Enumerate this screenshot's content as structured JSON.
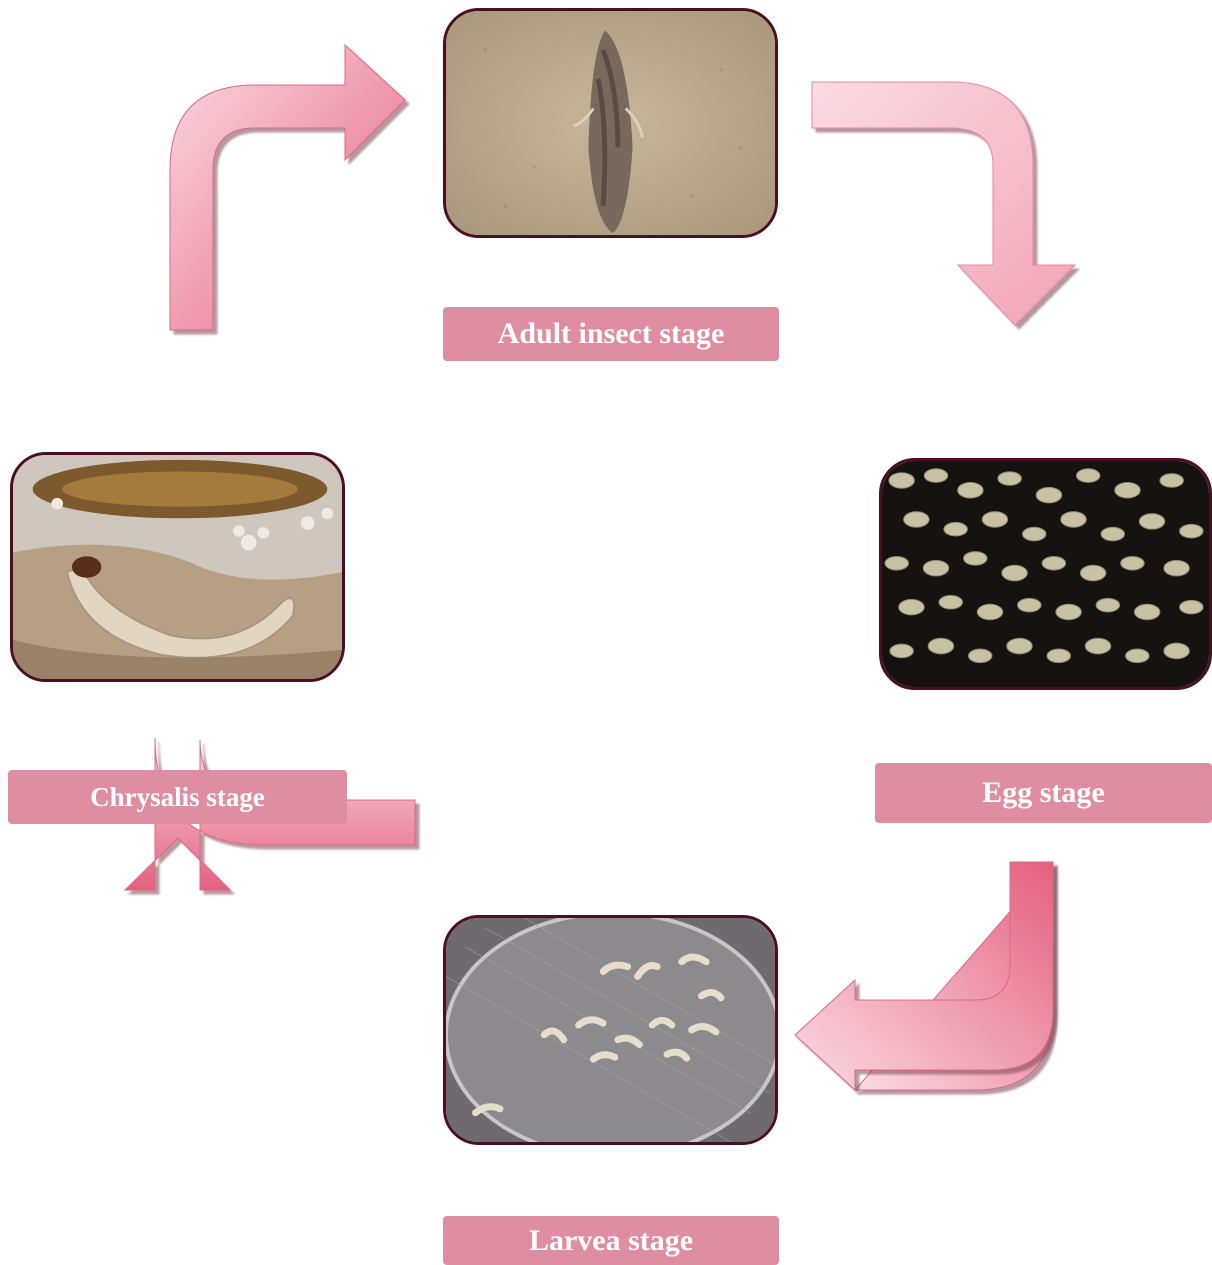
{
  "stages": [
    {
      "key": "adult",
      "label": "Adult insect stage",
      "image": "moth-photo"
    },
    {
      "key": "egg",
      "label": "Egg stage",
      "image": "eggs-photo"
    },
    {
      "key": "larva",
      "label": "Larvea stage",
      "image": "larvae-petri-dish-photo"
    },
    {
      "key": "chrysalis",
      "label": "Chrysalis stage",
      "image": "pupa-larva-photo"
    }
  ],
  "colors": {
    "label_bg": "#df8da0",
    "label_text": "#ffffff",
    "arrow_dark": "#e4607f",
    "arrow_light": "#fbdbe3",
    "frame": "#4a1020"
  }
}
